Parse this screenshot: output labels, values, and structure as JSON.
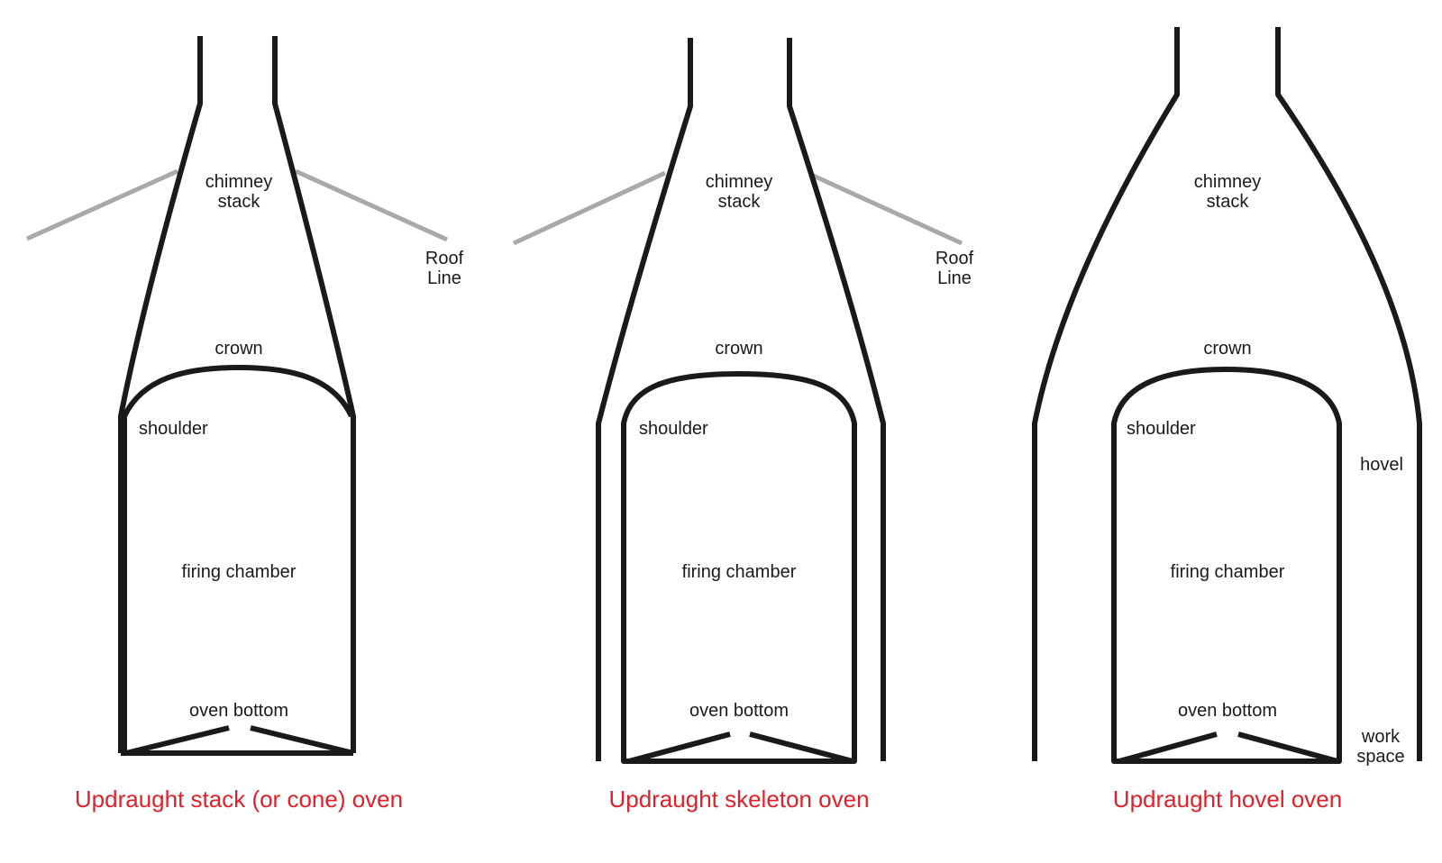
{
  "colors": {
    "outline": "#1a1a1a",
    "roof_line": "#a9a9a9",
    "title": "#e0202a",
    "background": "#ffffff"
  },
  "diagrams": [
    {
      "title": "Updraught stack (or cone) oven",
      "labels": {
        "chimney_line1": "chimney",
        "chimney_line2": "stack",
        "crown": "crown",
        "shoulder": "shoulder",
        "firing_chamber": "firing chamber",
        "oven_bottom": "oven bottom",
        "roof_line1": "Roof",
        "roof_line2": "Line"
      }
    },
    {
      "title": "Updraught skeleton oven",
      "labels": {
        "chimney_line1": "chimney",
        "chimney_line2": "stack",
        "crown": "crown",
        "shoulder": "shoulder",
        "firing_chamber": "firing chamber",
        "oven_bottom": "oven bottom",
        "roof_line1": "Roof",
        "roof_line2": "Line"
      }
    },
    {
      "title": "Updraught hovel oven",
      "labels": {
        "chimney_line1": "chimney",
        "chimney_line2": "stack",
        "crown": "crown",
        "shoulder": "shoulder",
        "firing_chamber": "firing chamber",
        "oven_bottom": "oven bottom",
        "hovel": "hovel",
        "work_line1": "work",
        "work_line2": "space"
      }
    }
  ]
}
